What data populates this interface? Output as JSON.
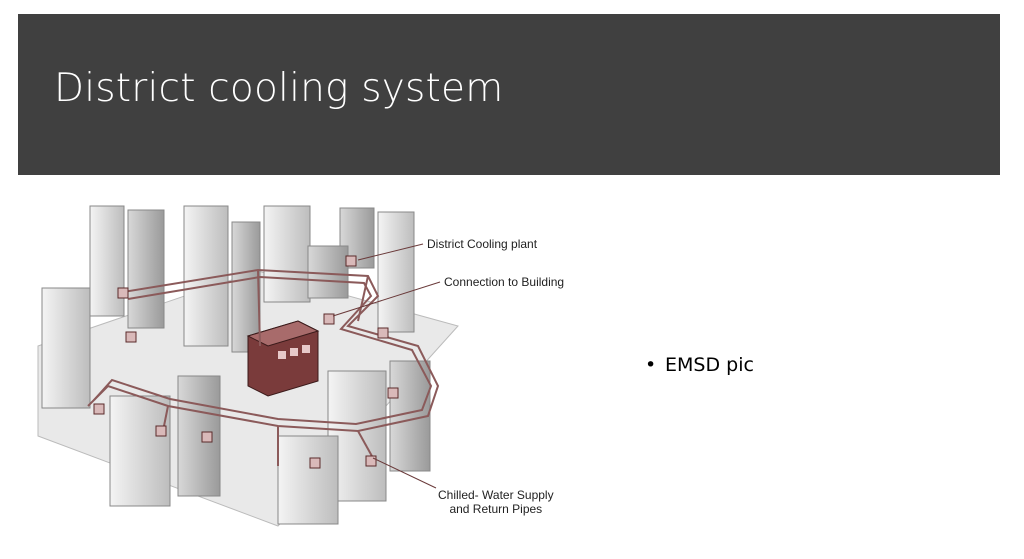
{
  "slide": {
    "title": "District cooling system",
    "background_color": "#ffffff",
    "title_bar_color": "#404040"
  },
  "diagram": {
    "callouts": {
      "plant": "District Cooling plant",
      "connection": "Connection to Building",
      "pipes_line1": "Chilled- Water Supply",
      "pipes_line2": "and Return Pipes"
    },
    "plant_color": "#7a3b3b",
    "pipe_color": "#8b5a5a"
  },
  "bullets": [
    {
      "symbol": "•",
      "text": "EMSD pic"
    }
  ]
}
